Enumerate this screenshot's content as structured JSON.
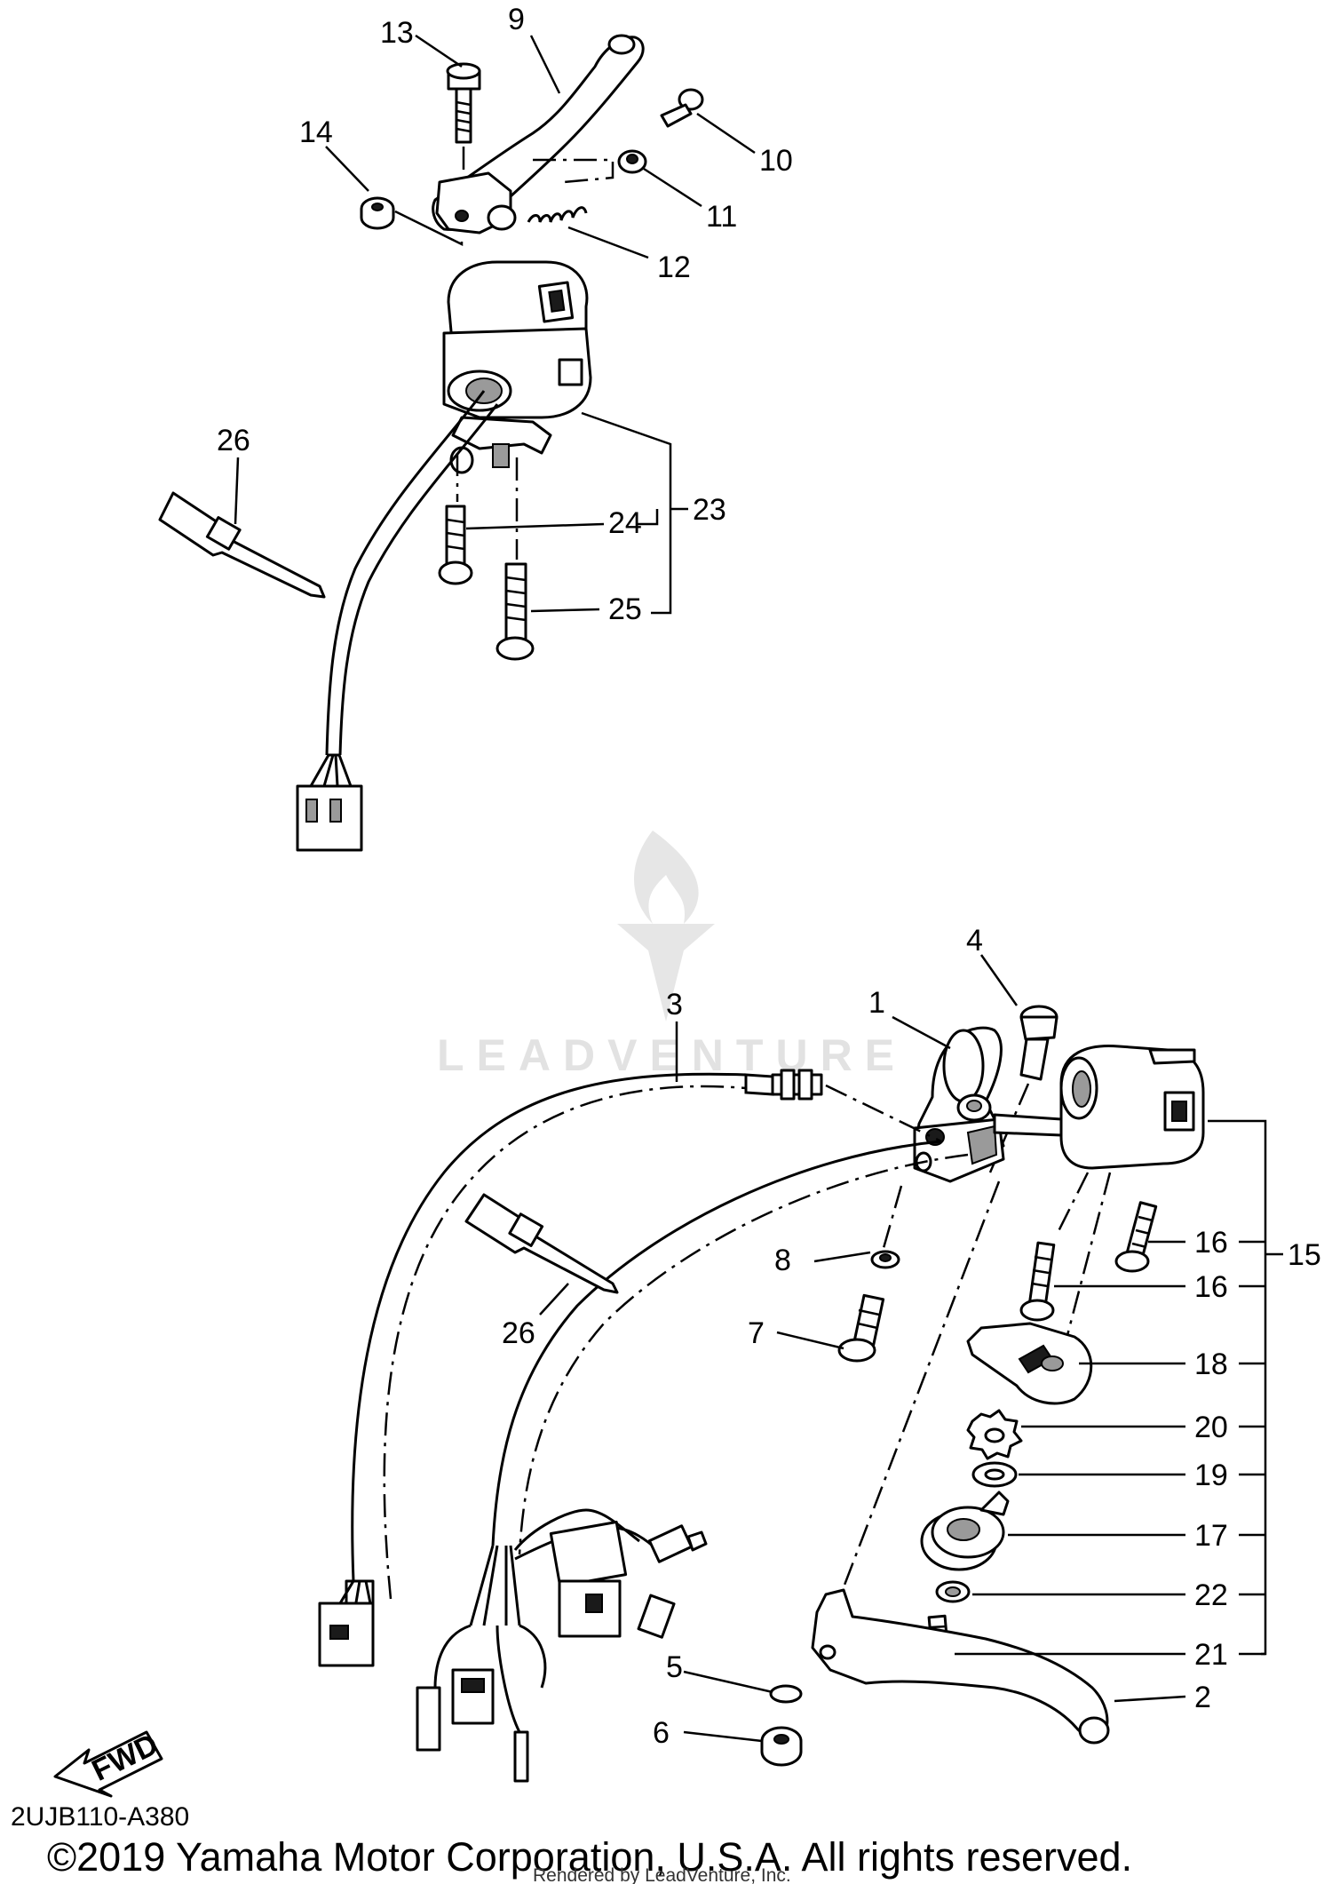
{
  "callouts": {
    "n1": "1",
    "n2": "2",
    "n3": "3",
    "n4": "4",
    "n5": "5",
    "n6": "6",
    "n7": "7",
    "n8": "8",
    "n9": "9",
    "n10": "10",
    "n11": "11",
    "n12": "12",
    "n13": "13",
    "n14": "14",
    "n15": "15",
    "n16a": "16",
    "n16b": "16",
    "n17": "17",
    "n18": "18",
    "n19": "19",
    "n20": "20",
    "n21": "21",
    "n22": "22",
    "n23": "23",
    "n24": "24",
    "n25": "25",
    "n26a": "26",
    "n26b": "26"
  },
  "fwd_label": "FWD",
  "diagram_code": "2UJB110-A380",
  "copyright": "©2019 Yamaha Motor Corporation, U.S.A. All rights reserved.",
  "rendered_by": "Rendered by LeadVenture, Inc.",
  "watermark": "LEADVENTURE"
}
